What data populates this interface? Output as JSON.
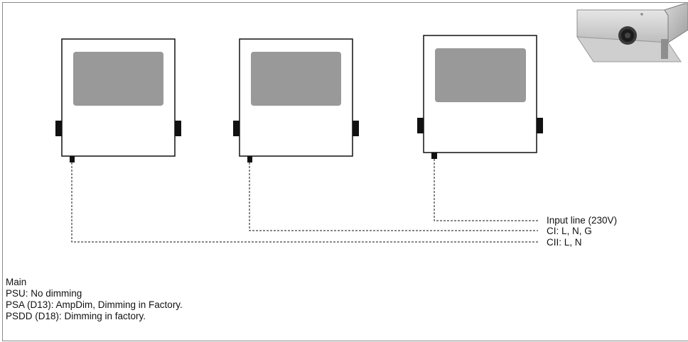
{
  "lines": {
    "input": "Input line (230V)",
    "ci": "CI:  L, N, G",
    "cii": "CII: L, N"
  },
  "notes": {
    "main": "Main",
    "psu": "PSU: No dimming",
    "psa": "PSA (D13): AmpDim, Dimming in Factory.",
    "psdd": "PSDD (D18): Dimming in factory."
  },
  "colors": {
    "panel": "#999999",
    "outline": "#111111",
    "wire": "#111111"
  }
}
